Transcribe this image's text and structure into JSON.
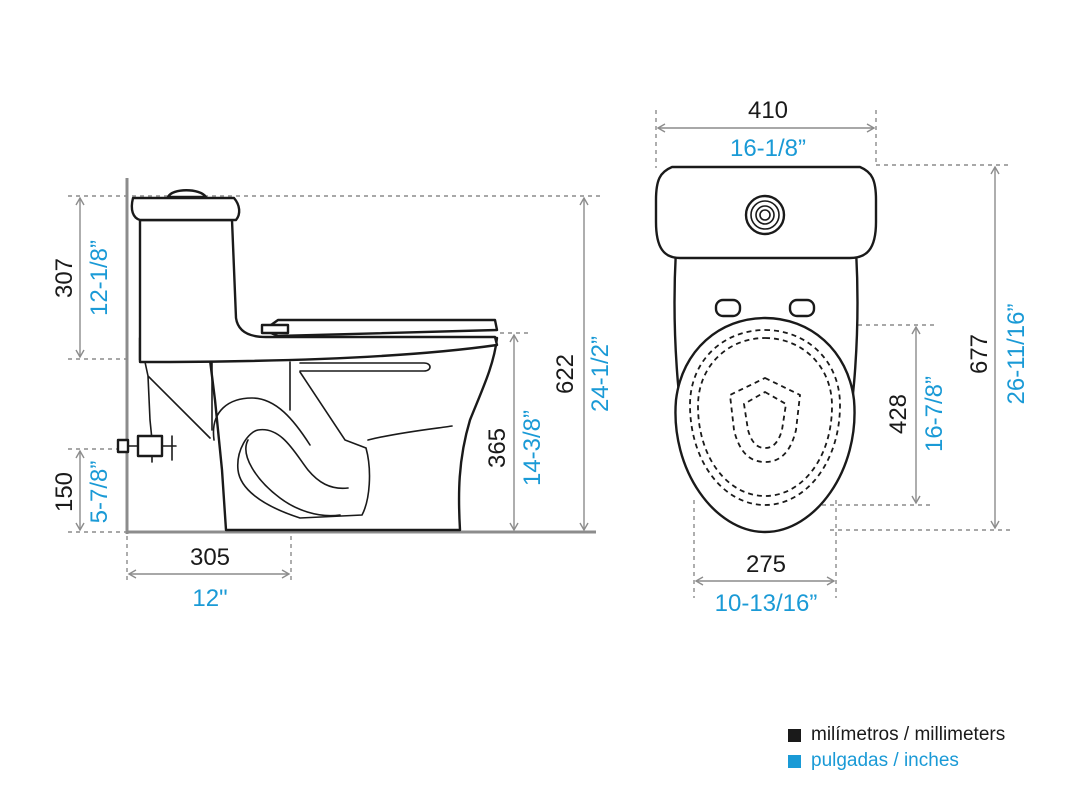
{
  "colors": {
    "metric": "#1a1a1a",
    "imperial": "#1a9ad6",
    "dimension_line": "#8c8c8c"
  },
  "side_view": {
    "tank_height_mm": "307",
    "tank_height_in": "12-1/8”",
    "inlet_height_mm": "150",
    "inlet_height_in": "5-7/8”",
    "rough_in_mm": "305",
    "rough_in_in": "12\"",
    "seat_height_mm": "365",
    "seat_height_in": "14-3/8”",
    "total_height_mm": "622",
    "total_height_in": "24-1/2”"
  },
  "top_view": {
    "width_mm": "410",
    "width_in": "16-1/8”",
    "depth_mm": "677",
    "depth_in": "26-11/16”",
    "bowl_length_mm": "428",
    "bowl_length_in": "16-7/8”",
    "bowl_width_mm": "275",
    "bowl_width_in": "10-13/16”"
  },
  "legend": {
    "metric_label": "milímetros / millimeters",
    "imperial_label": "pulgadas / inches"
  }
}
